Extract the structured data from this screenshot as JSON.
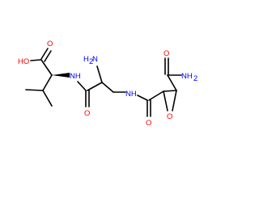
{
  "molecule": {
    "colors": {
      "carbon": "#000000",
      "oxygen": "#ff0000",
      "nitrogen": "#0000ff",
      "background": "#ffffff"
    },
    "atoms": {
      "carboxyl_oh": "HO",
      "carboxyl_o": "O",
      "val_nh": "NH",
      "amine_h2": "H",
      "amine_sub": "2",
      "amine_n": "N",
      "amide1_o": "O",
      "amide2_nh": "NH",
      "amide3_o": "O",
      "epoxide_o": "O",
      "terminal_nh2": "NH",
      "terminal_sub": "2"
    }
  }
}
